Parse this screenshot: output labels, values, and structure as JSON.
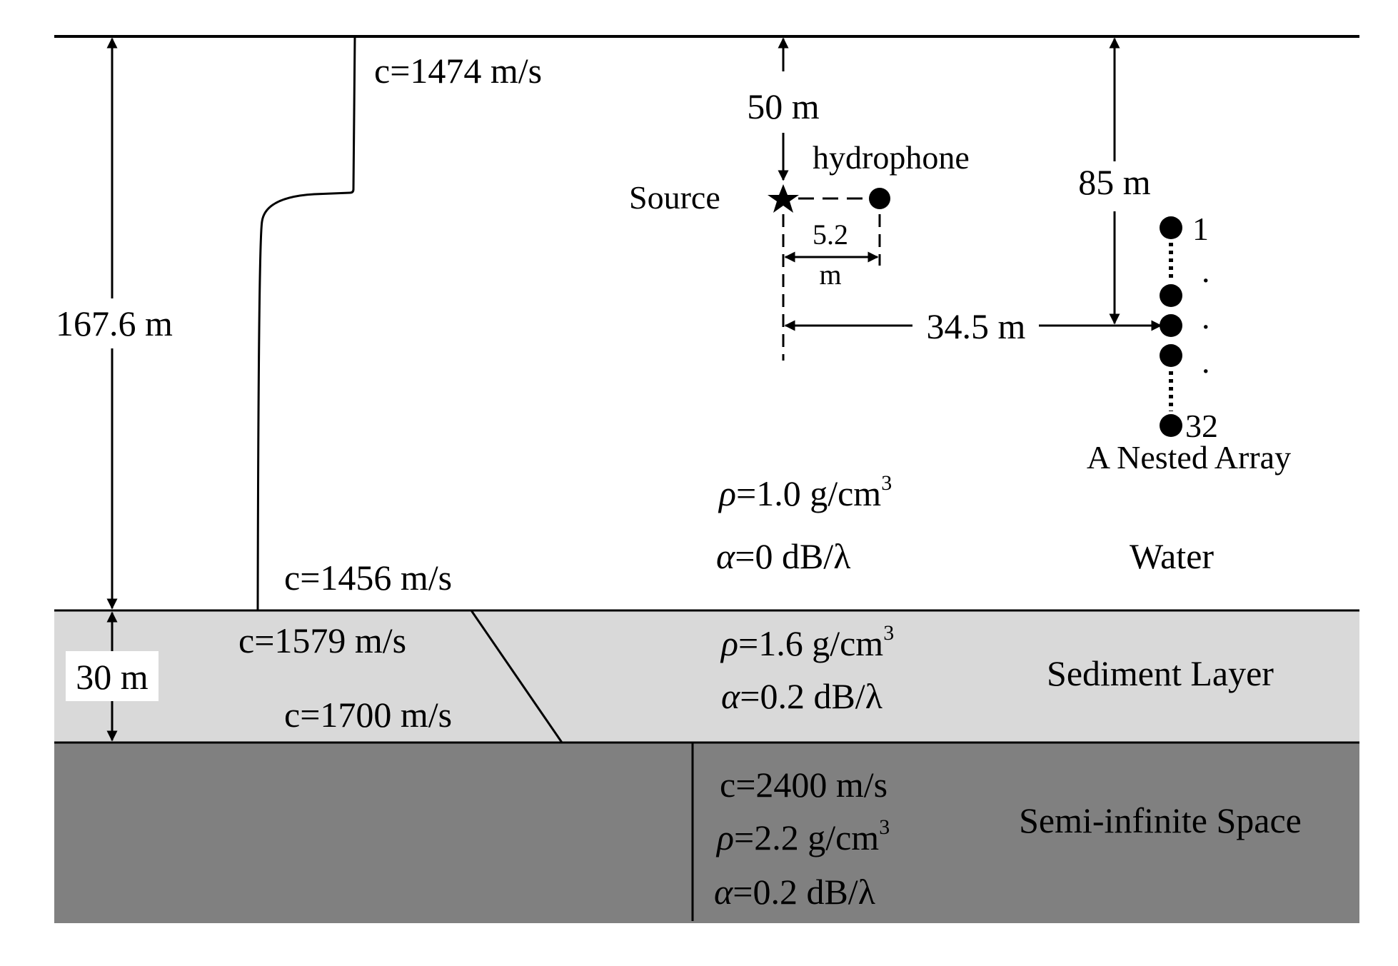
{
  "colors": {
    "water": "#ffffff",
    "sediment": "#d9d9d9",
    "halfspace": "#808080",
    "line": "#000000"
  },
  "water_column": {
    "depth_label": "167.6 m",
    "c_surface": "c=1474 m/s",
    "c_bottom": "c=1456 m/s",
    "density_symbol": "ρ",
    "density_value": "=1.0 g/cm",
    "attenuation_symbol": "α",
    "attenuation_value": "=0 dB/λ",
    "layer_name": "Water"
  },
  "source": {
    "label": "Source",
    "depth_label": "50 m",
    "hydrophone_label": "hydrophone",
    "offset_value": "5.2",
    "offset_unit": "m"
  },
  "array": {
    "depth_label": "85 m",
    "range_label": "34.5 m",
    "first_index": "1",
    "last_index": "32",
    "dots": ".",
    "name": "A Nested Array"
  },
  "sediment": {
    "thickness_label": "30 m",
    "c_top": "c=1579 m/s",
    "c_bottom": "c=1700 m/s",
    "density_symbol": "ρ",
    "density_value": "=1.6 g/cm",
    "attenuation_symbol": "α",
    "attenuation_value": "=0.2 dB/λ",
    "layer_name": "Sediment Layer"
  },
  "halfspace": {
    "c": "c=2400 m/s",
    "density_symbol": "ρ",
    "density_value": "=2.2 g/cm",
    "attenuation_symbol": "α",
    "attenuation_value": "=0.2 dB/λ",
    "layer_name": "Semi-infinite Space"
  },
  "units": {
    "cube_exponent": "3"
  }
}
